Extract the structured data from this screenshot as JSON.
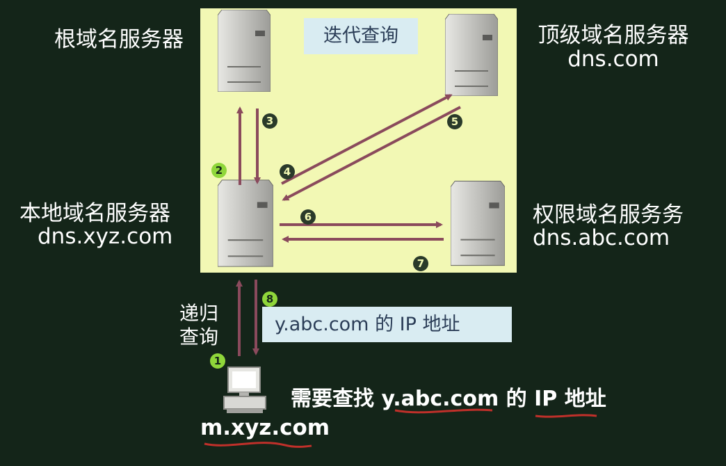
{
  "title": "迭代查询",
  "servers": {
    "root": {
      "label": "根域名服务器"
    },
    "tld": {
      "label": "顶级域名服务器",
      "domain": "dns.com"
    },
    "local": {
      "label": "本地域名服务器",
      "domain": "dns.xyz.com"
    },
    "auth": {
      "label": "权限域名服务务",
      "domain": "dns.abc.com"
    }
  },
  "steps": [
    "1",
    "2",
    "3",
    "4",
    "5",
    "6",
    "7",
    "8"
  ],
  "recursive_label": {
    "line1": "递归",
    "line2": "查询"
  },
  "result": "y.abc.com 的 IP 地址",
  "need": {
    "prefix": "需要查找 ",
    "target": "y.abc.com",
    "mid": " 的 ",
    "ip": "IP",
    "suffix": " 地址"
  },
  "host": "m.xyz.com",
  "colors": {
    "background": "#142519",
    "panel": "#f2f8b4",
    "arrow": "#8a4a5c",
    "step_badge": "#2a3a2a",
    "step_badge_green": "#8fd63a",
    "underline": "#c0302a",
    "label_box": "#d9ecf2"
  }
}
